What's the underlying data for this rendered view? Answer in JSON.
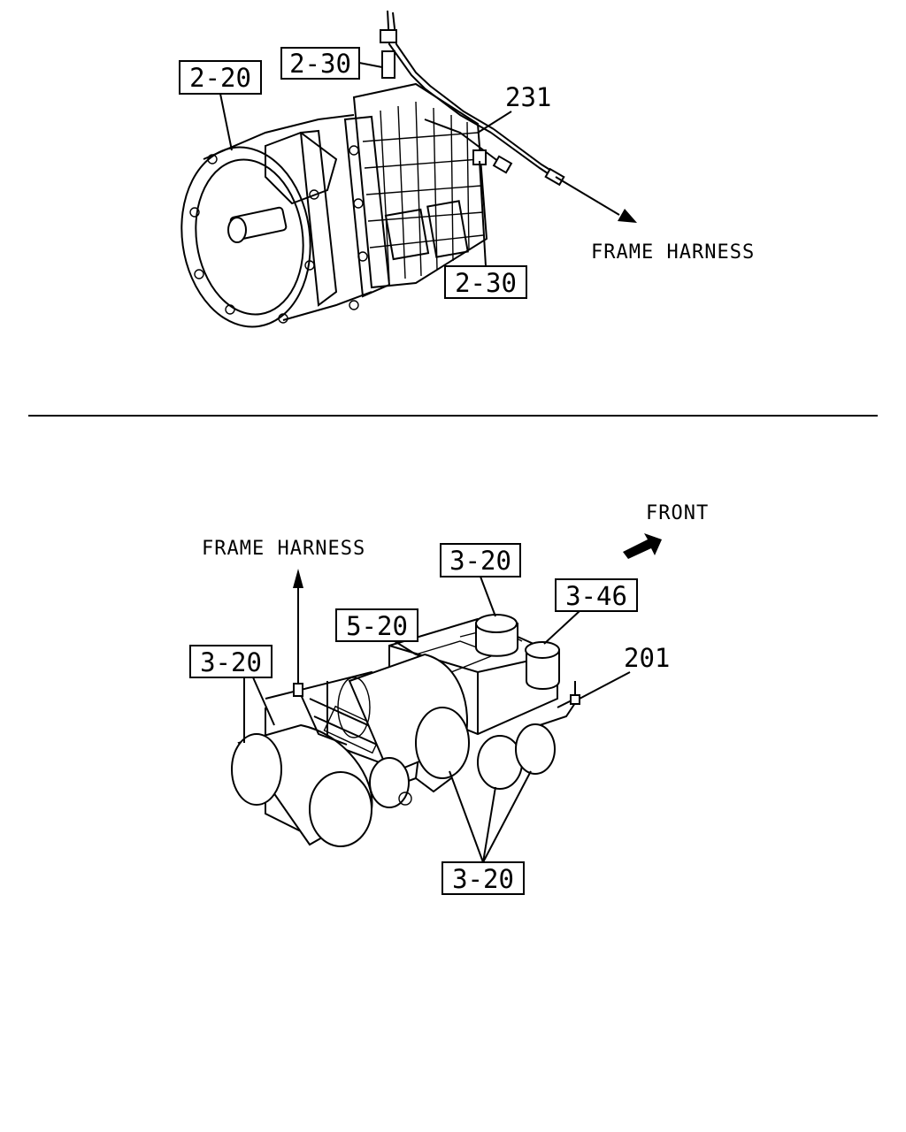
{
  "top_view": {
    "callouts": {
      "transmission_ref": "2-20",
      "upper_clip_ref": "2-30",
      "harness_part_no": "231",
      "lower_clip_ref": "2-30"
    },
    "frame_harness_label": "FRAME HARNESS"
  },
  "bottom_view": {
    "front_label": "FRONT",
    "frame_harness_label": "FRAME HARNESS",
    "callouts": {
      "tank_top_ref": "3-20",
      "valve_ref": "3-46",
      "dryer_ref": "5-20",
      "left_tank_ref": "3-20",
      "sensor_part_no": "201",
      "bottom_tanks_ref": "3-20"
    }
  },
  "colors": {
    "ink": "#000000",
    "paper": "#ffffff"
  }
}
